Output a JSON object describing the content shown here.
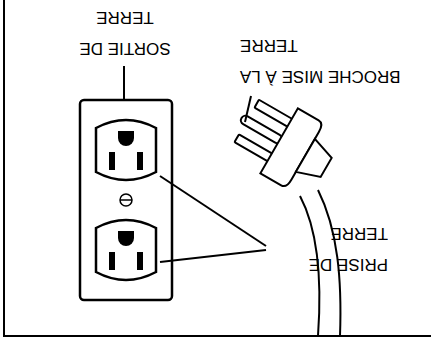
{
  "diagram": {
    "labels": [
      "SORTIE DE TERRE",
      "BROCHE MISE À LA TERRE",
      "PRISE DE TERRE"
    ]
  }
}
